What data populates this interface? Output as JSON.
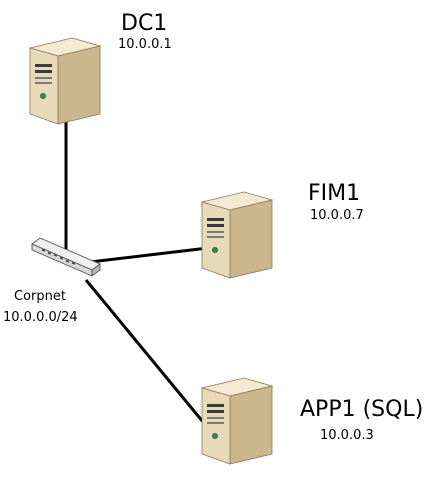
{
  "diagram": {
    "nodes": [
      {
        "id": "dc1",
        "kind": "server",
        "name": "DC1",
        "ip": "10.0.0.1"
      },
      {
        "id": "fim1",
        "kind": "server",
        "name": "FIM1",
        "ip": "10.0.0.7"
      },
      {
        "id": "app1",
        "kind": "server",
        "name": "APP1 (SQL)",
        "ip": "10.0.0.3"
      },
      {
        "id": "switch",
        "kind": "switch",
        "name": "Corpnet",
        "ip": "10.0.0.0/24"
      }
    ],
    "links": [
      {
        "from": "switch",
        "to": "dc1"
      },
      {
        "from": "switch",
        "to": "fim1"
      },
      {
        "from": "switch",
        "to": "app1"
      }
    ],
    "colors": {
      "server_front": "#e8d9b8",
      "server_side": "#cbb68e",
      "server_top": "#f4ead3",
      "switch_body": "#d8d8d8",
      "link": "#000000"
    },
    "icons": {
      "server": "tower-server-icon",
      "switch": "network-switch-icon"
    }
  }
}
